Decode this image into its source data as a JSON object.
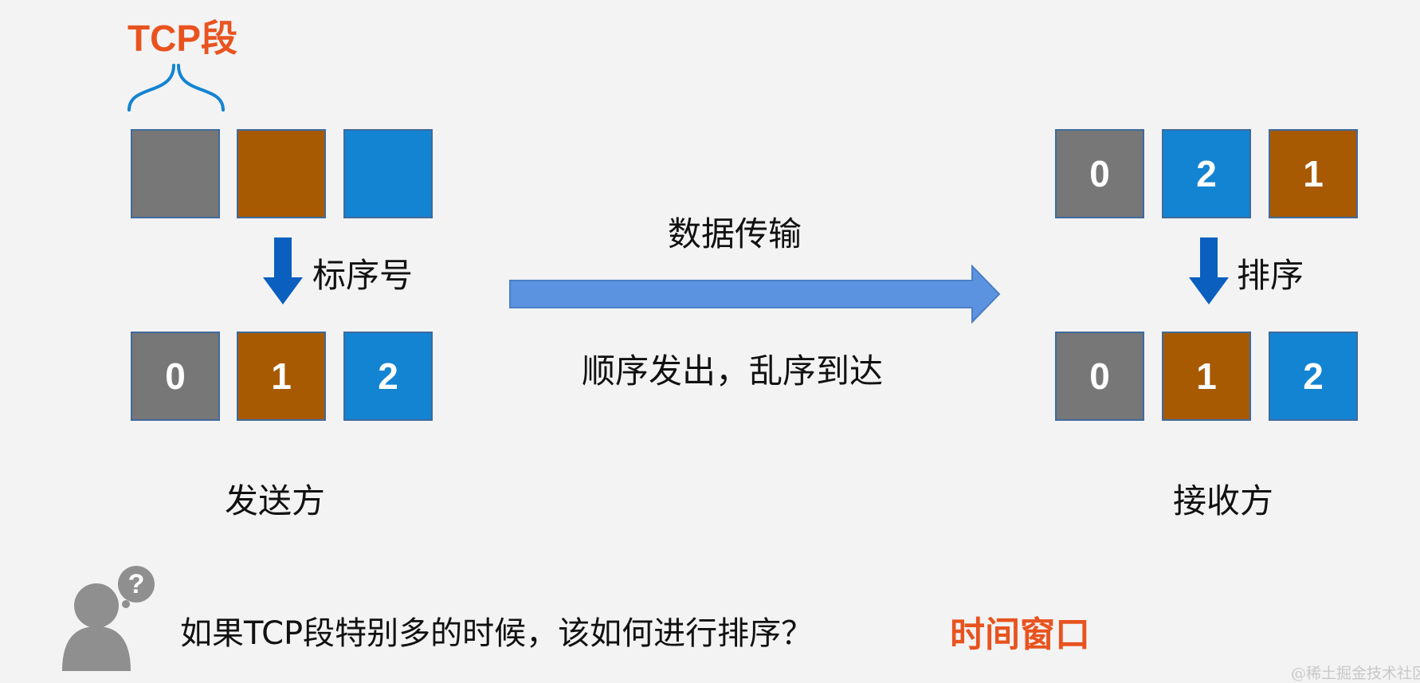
{
  "colors": {
    "gray": "#777777",
    "brown": "#a85a02",
    "blue": "#1384d2",
    "accent": "#e8531f",
    "arrow_blue": "#0a5fbf",
    "big_arrow": "#5b93e0"
  },
  "segment_label": "TCP段",
  "sender": {
    "raw_boxes": [
      "gray",
      "brown",
      "blue"
    ],
    "step_label": "标序号",
    "numbered_boxes": [
      {
        "label": "0",
        "color": "gray"
      },
      {
        "label": "1",
        "color": "brown"
      },
      {
        "label": "2",
        "color": "blue"
      }
    ],
    "caption": "发送方"
  },
  "transfer": {
    "top_label": "数据传输",
    "bottom_label": "顺序发出，乱序到达"
  },
  "receiver": {
    "arrived_boxes": [
      {
        "label": "0",
        "color": "gray"
      },
      {
        "label": "2",
        "color": "blue"
      },
      {
        "label": "1",
        "color": "brown"
      }
    ],
    "step_label": "排序",
    "sorted_boxes": [
      {
        "label": "0",
        "color": "gray"
      },
      {
        "label": "1",
        "color": "brown"
      },
      {
        "label": "2",
        "color": "blue"
      }
    ],
    "caption": "接收方"
  },
  "question": {
    "badge": "?",
    "text": "如果TCP段特别多的时候，该如何进行排序？",
    "answer": "时间窗口"
  },
  "watermark": "@稀土掘金技术社区"
}
